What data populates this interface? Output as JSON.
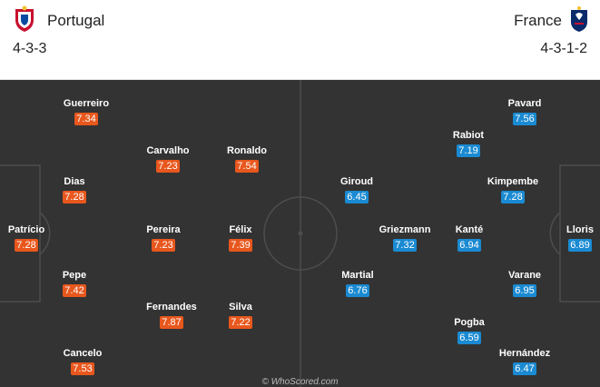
{
  "home": {
    "name": "Portugal",
    "formation": "4-3-3",
    "color": "#e8571d",
    "players": [
      {
        "name": "Patrício",
        "rating": "7.28"
      },
      {
        "name": "Guerreiro",
        "rating": "7.34"
      },
      {
        "name": "Dias",
        "rating": "7.28"
      },
      {
        "name": "Pepe",
        "rating": "7.42"
      },
      {
        "name": "Cancelo",
        "rating": "7.53"
      },
      {
        "name": "Carvalho",
        "rating": "7.23"
      },
      {
        "name": "Pereira",
        "rating": "7.23"
      },
      {
        "name": "Fernandes",
        "rating": "7.87"
      },
      {
        "name": "Ronaldo",
        "rating": "7.54"
      },
      {
        "name": "Félix",
        "rating": "7.39"
      },
      {
        "name": "Silva",
        "rating": "7.22"
      }
    ]
  },
  "away": {
    "name": "France",
    "formation": "4-3-1-2",
    "color": "#1a8ad2",
    "players": [
      {
        "name": "Lloris",
        "rating": "6.89"
      },
      {
        "name": "Pavard",
        "rating": "7.56"
      },
      {
        "name": "Kimpembe",
        "rating": "7.28"
      },
      {
        "name": "Varane",
        "rating": "6.95"
      },
      {
        "name": "Hernández",
        "rating": "6.47"
      },
      {
        "name": "Rabiot",
        "rating": "7.19"
      },
      {
        "name": "Kanté",
        "rating": "6.94"
      },
      {
        "name": "Pogba",
        "rating": "6.59"
      },
      {
        "name": "Griezmann",
        "rating": "7.32"
      },
      {
        "name": "Giroud",
        "rating": "6.45"
      },
      {
        "name": "Martial",
        "rating": "6.76"
      }
    ]
  },
  "watermark": "© WhoScored.com",
  "icons": {
    "home_crest": "portugal-crest-icon",
    "away_crest": "france-crest-icon"
  }
}
